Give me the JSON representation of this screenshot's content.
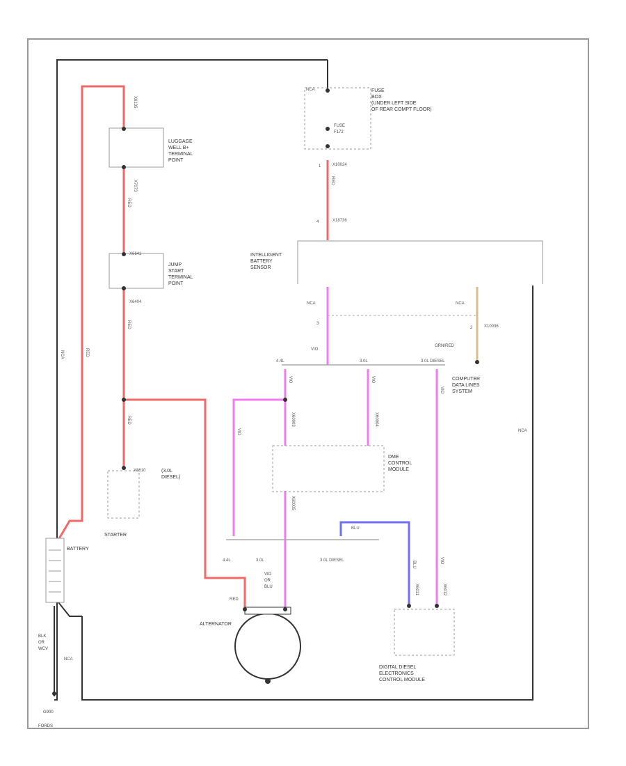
{
  "colors": {
    "red": "#f06a6a",
    "magenta": "#f07cf0",
    "blue": "#7070f0",
    "tan": "#d7bc8c",
    "black": "#333333",
    "gray": "#bbbbbb",
    "frame": "#999999"
  },
  "labels": {
    "luggage_well": "LUGGAGE\nWELL B+\nTERMINAL\nPOINT",
    "jump_start": "JUMP\nSTART\nTERMINAL\nPOINT",
    "starter": "STARTER",
    "starter_note": "(3.0L\nDIESEL)",
    "battery": "BATTERY",
    "alternator": "ALTERNATOR",
    "fuse_box": "FUSE\nBOX\n(UNDER LEFT SIDE\nOF REAR COMPT FLOOR)",
    "fuse_name": "FUSE\nF172",
    "ibs": "INTELLIGENT\nBATTERY\nSENSOR",
    "computer_data_lines": "COMPUTER\nDATA LINES\nSYSTEM",
    "dme": "DME\nCONTROL\nMODULE",
    "dde": "DIGITAL DIESEL\nELECTRONICS\nCONTROL MODULE",
    "ground": "G900",
    "ground2": "FORDS",
    "grn_red": "GRN/RED",
    "ground_wire": "BLK\nOR\nWCV",
    "alt_wire": "VIO\nOR\nBLU"
  },
  "connectors": {
    "c1": "X6135",
    "c2": "X7073",
    "c3": "X6641",
    "c4": "X6404",
    "c5": "X10024",
    "c6": "X18736",
    "c7": "X10036",
    "c8": "X60003",
    "c9": "X60004",
    "c10": "X60005",
    "c11": "X8610",
    "c12": "X6011",
    "c13": "X6012",
    "pin1": "1",
    "pin2": "2",
    "pin3": "3",
    "pin4": "4",
    "nca1": "NCA",
    "nca2": "NCA",
    "nca3": "NCA",
    "nca4": "NCA",
    "nca5": "NCA",
    "nca6": "NCA"
  },
  "wire_colors": {
    "red": "RED",
    "vio": "VIO",
    "blu": "BLU"
  },
  "engine_variants": {
    "v1": "4.4L",
    "v2": "3.0L",
    "v3": "3.0L DIESEL",
    "v4": "4.4L",
    "v5": "3.0L",
    "v6": "3.0L DIESEL"
  }
}
